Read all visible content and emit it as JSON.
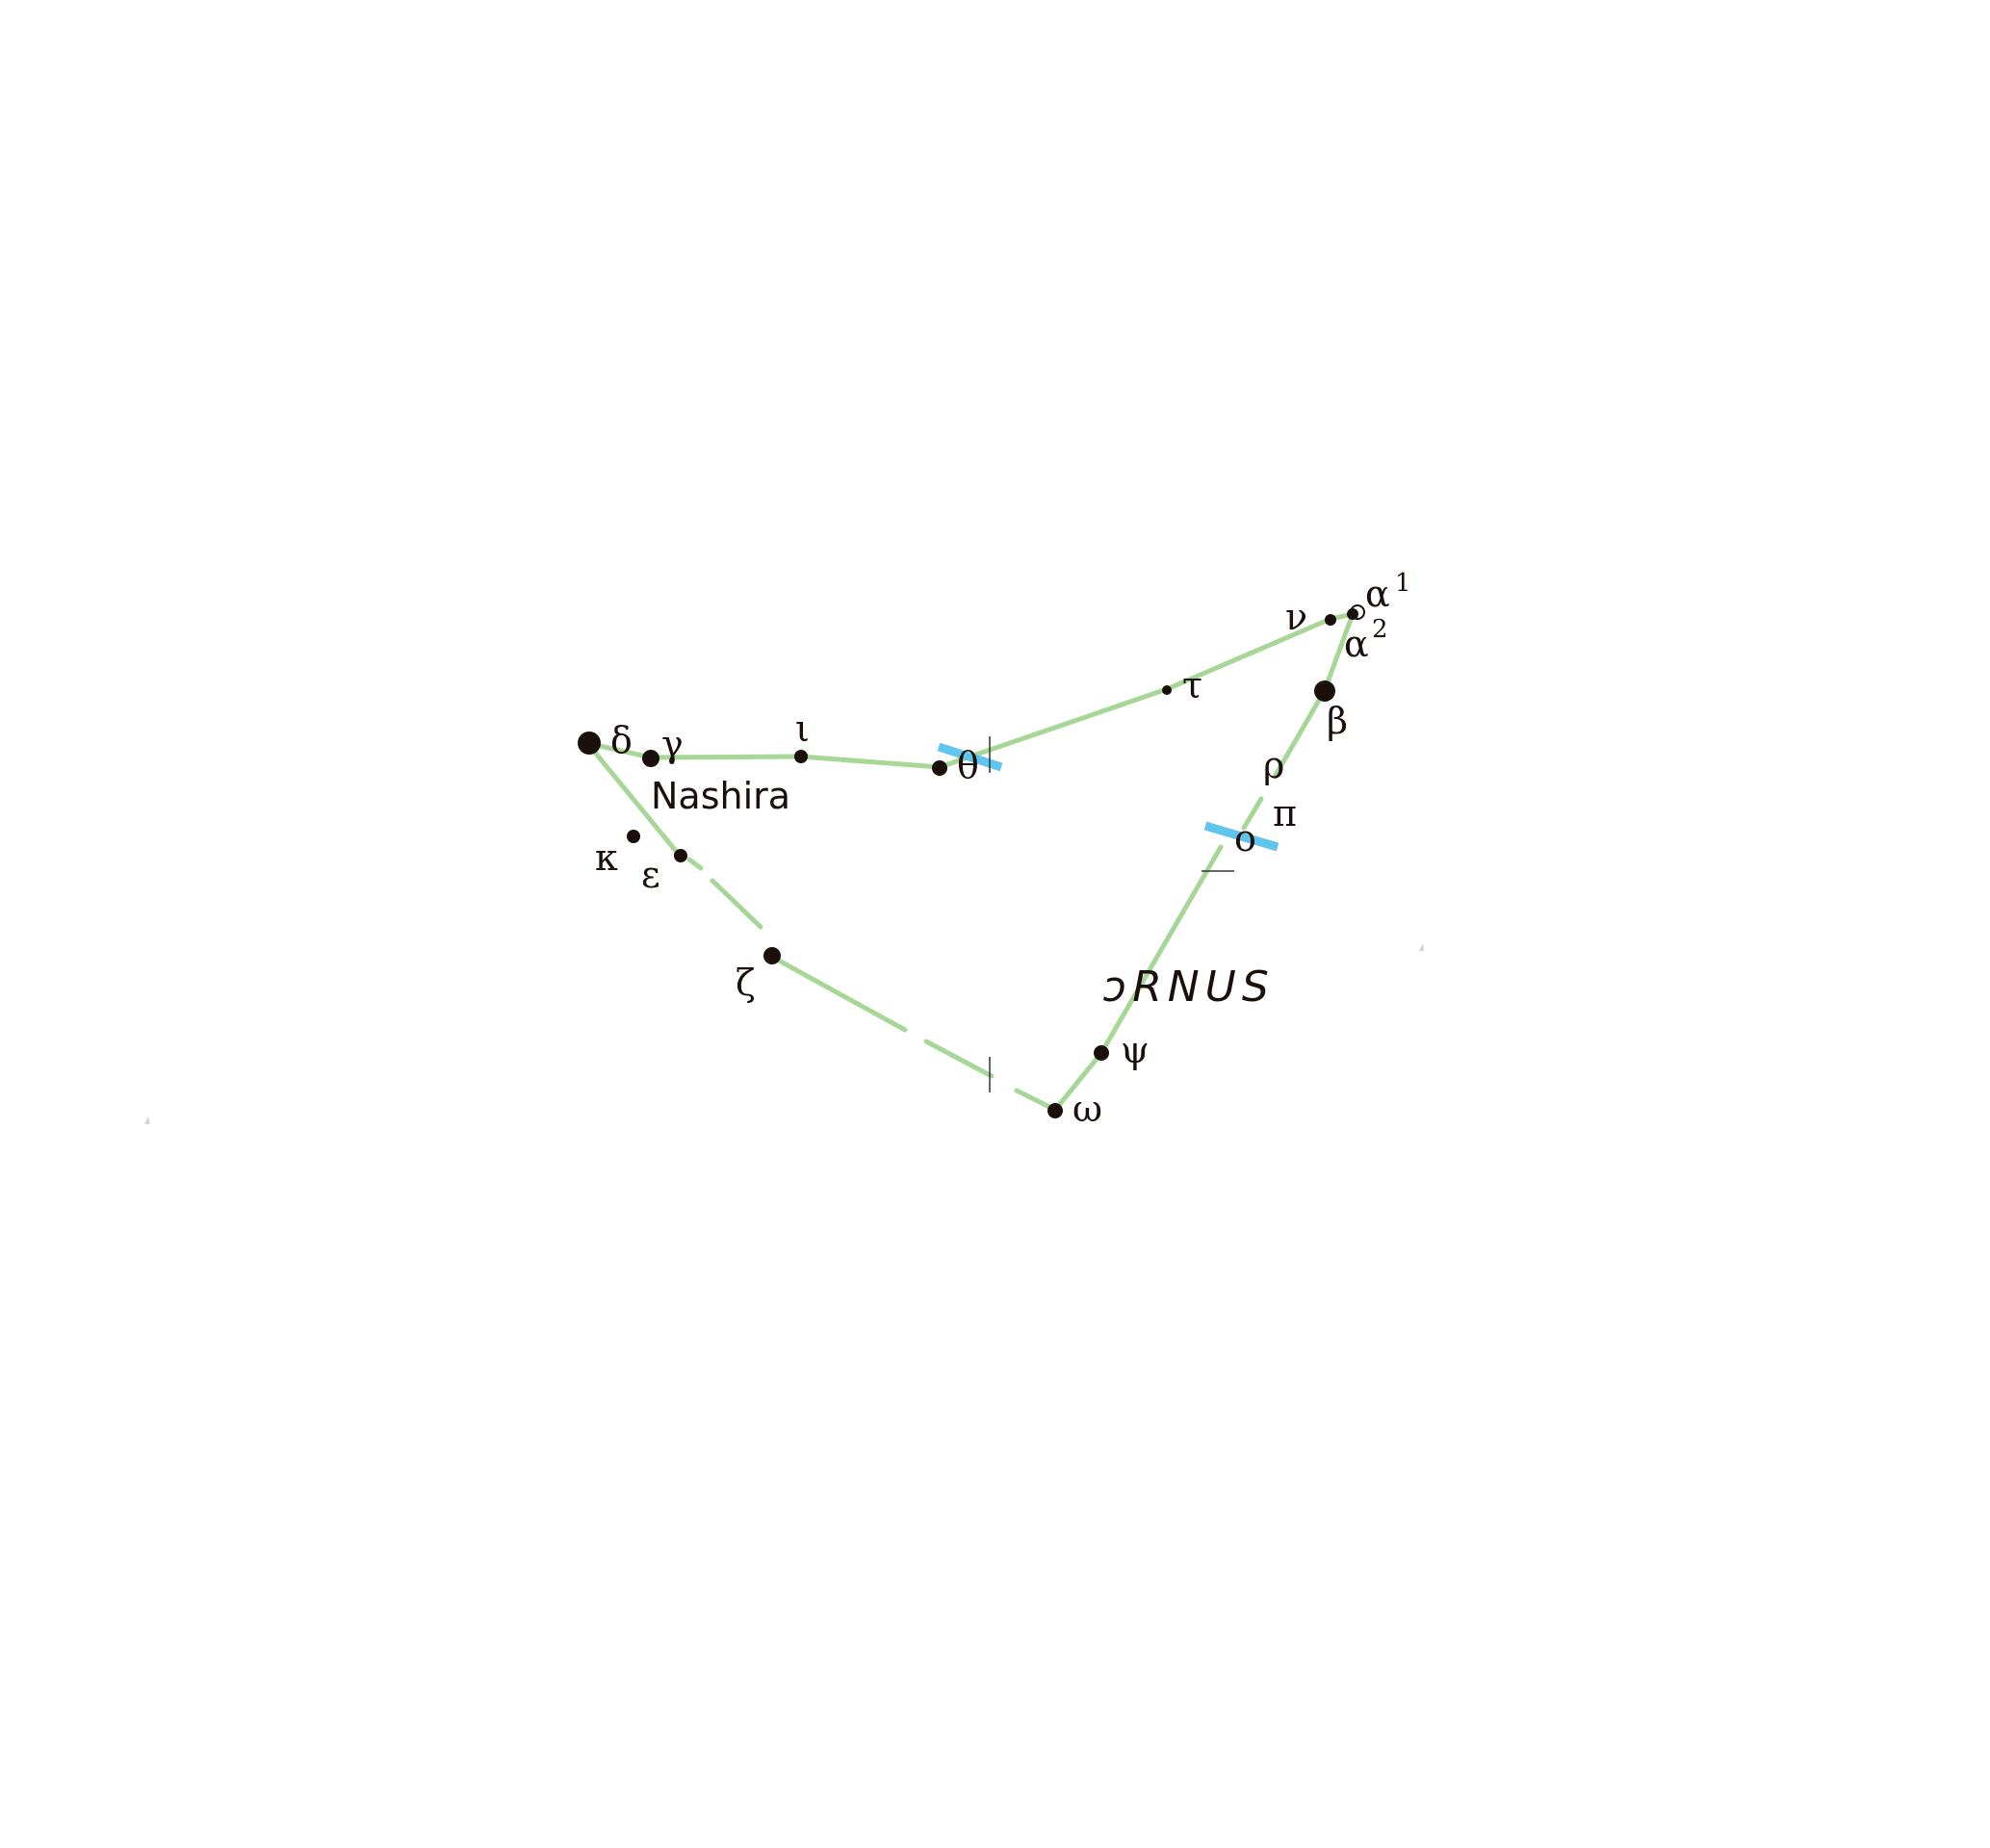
{
  "colors": {
    "background": "#ffffff",
    "figure_line": "#a6d796",
    "ecliptic": "#5fc5ee",
    "star": "#1a0f0a",
    "text": "#1a0f0a",
    "tick": "#333333"
  },
  "constellation_label": "ɔRNUS",
  "stars": {
    "delta": {
      "label": "δ"
    },
    "gamma": {
      "label": "γ"
    },
    "iota": {
      "label": "ι"
    },
    "theta": {
      "label": "θ"
    },
    "tau": {
      "label": "τ"
    },
    "nu": {
      "label": "ν"
    },
    "alpha1": {
      "label": "α",
      "sup": "1"
    },
    "alpha2": {
      "label": "α",
      "sup": "2"
    },
    "beta": {
      "label": "β"
    },
    "rho": {
      "label": "ρ"
    },
    "pi": {
      "label": "π"
    },
    "omicron": {
      "label": "ο"
    },
    "psi": {
      "label": "ψ"
    },
    "omega": {
      "label": "ω"
    },
    "zeta": {
      "label": "ζ"
    },
    "epsilon": {
      "label": "ε"
    },
    "kappa": {
      "label": "κ"
    }
  },
  "proper_names": {
    "gamma": "Nashira"
  }
}
